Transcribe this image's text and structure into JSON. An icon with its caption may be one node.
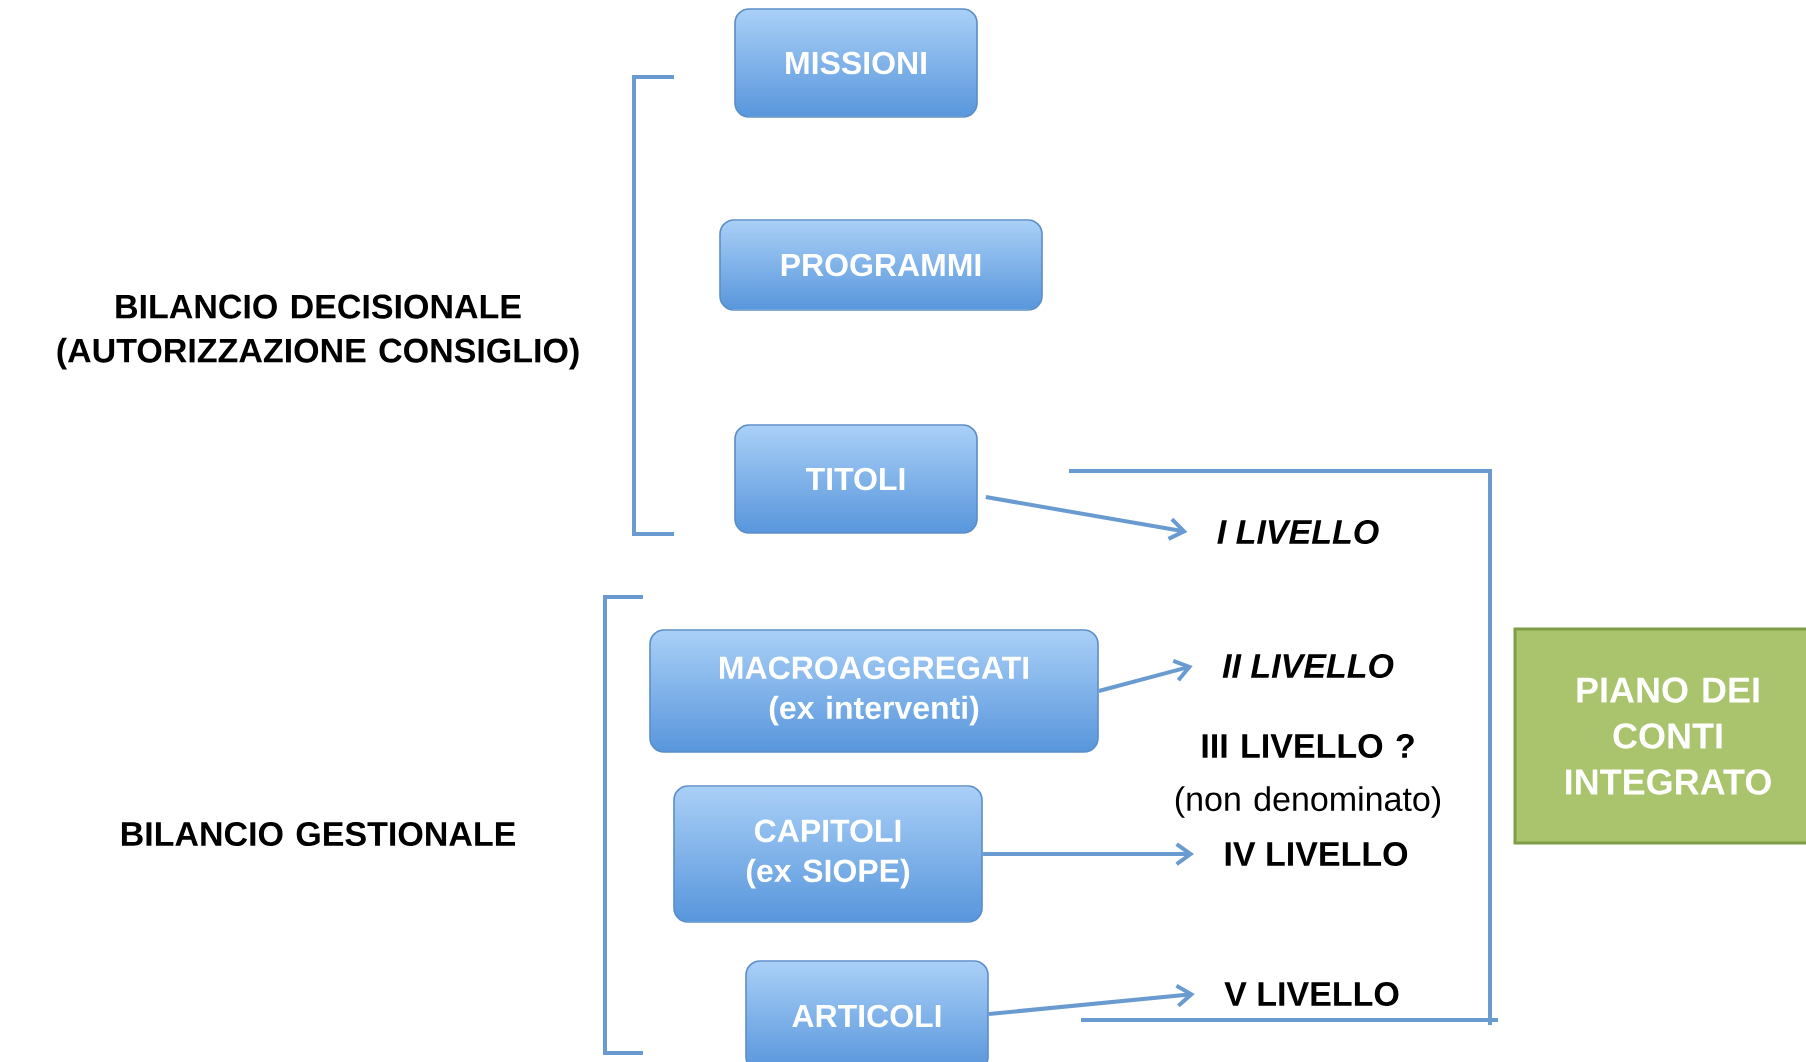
{
  "diagram": {
    "nodes": [
      {
        "text": [
          "MISSIONI"
        ]
      },
      {
        "text": [
          "PROGRAMMI"
        ]
      },
      {
        "text": [
          "TITOLI"
        ]
      },
      {
        "text": [
          "MACROAGGREGATI (ex interventi)"
        ]
      },
      {
        "text": [
          "CAPITOLI (ex SIOPE)"
        ]
      },
      {
        "text": [
          "ARTICOLI"
        ]
      },
      {
        "text": [
          "I LIVELLO"
        ]
      },
      {
        "text": [
          "II LIVELLO"
        ]
      },
      {
        "text": [
          "IV LIVELLO"
        ]
      },
      {
        "text": [
          "V LIVELLO"
        ]
      },
      {
        "text": [
          "PIANO DEI CONTI INTEGRATO"
        ]
      }
    ],
    "edges": [
      {
        "from": 2,
        "to": 6,
        "arrow": "to"
      },
      {
        "from": 3,
        "to": 7,
        "arrow": "to"
      },
      {
        "from": 4,
        "to": 8,
        "arrow": "to"
      },
      {
        "from": 5,
        "to": 9,
        "arrow": "to"
      }
    ],
    "labels": [
      "BILANCIO DECISIONALE (AUTORIZZAZIONE CONSIGLIO)",
      "BILANCIO GESTIONALE",
      "III LIVELLO ?",
      "(non denominato)"
    ]
  }
}
